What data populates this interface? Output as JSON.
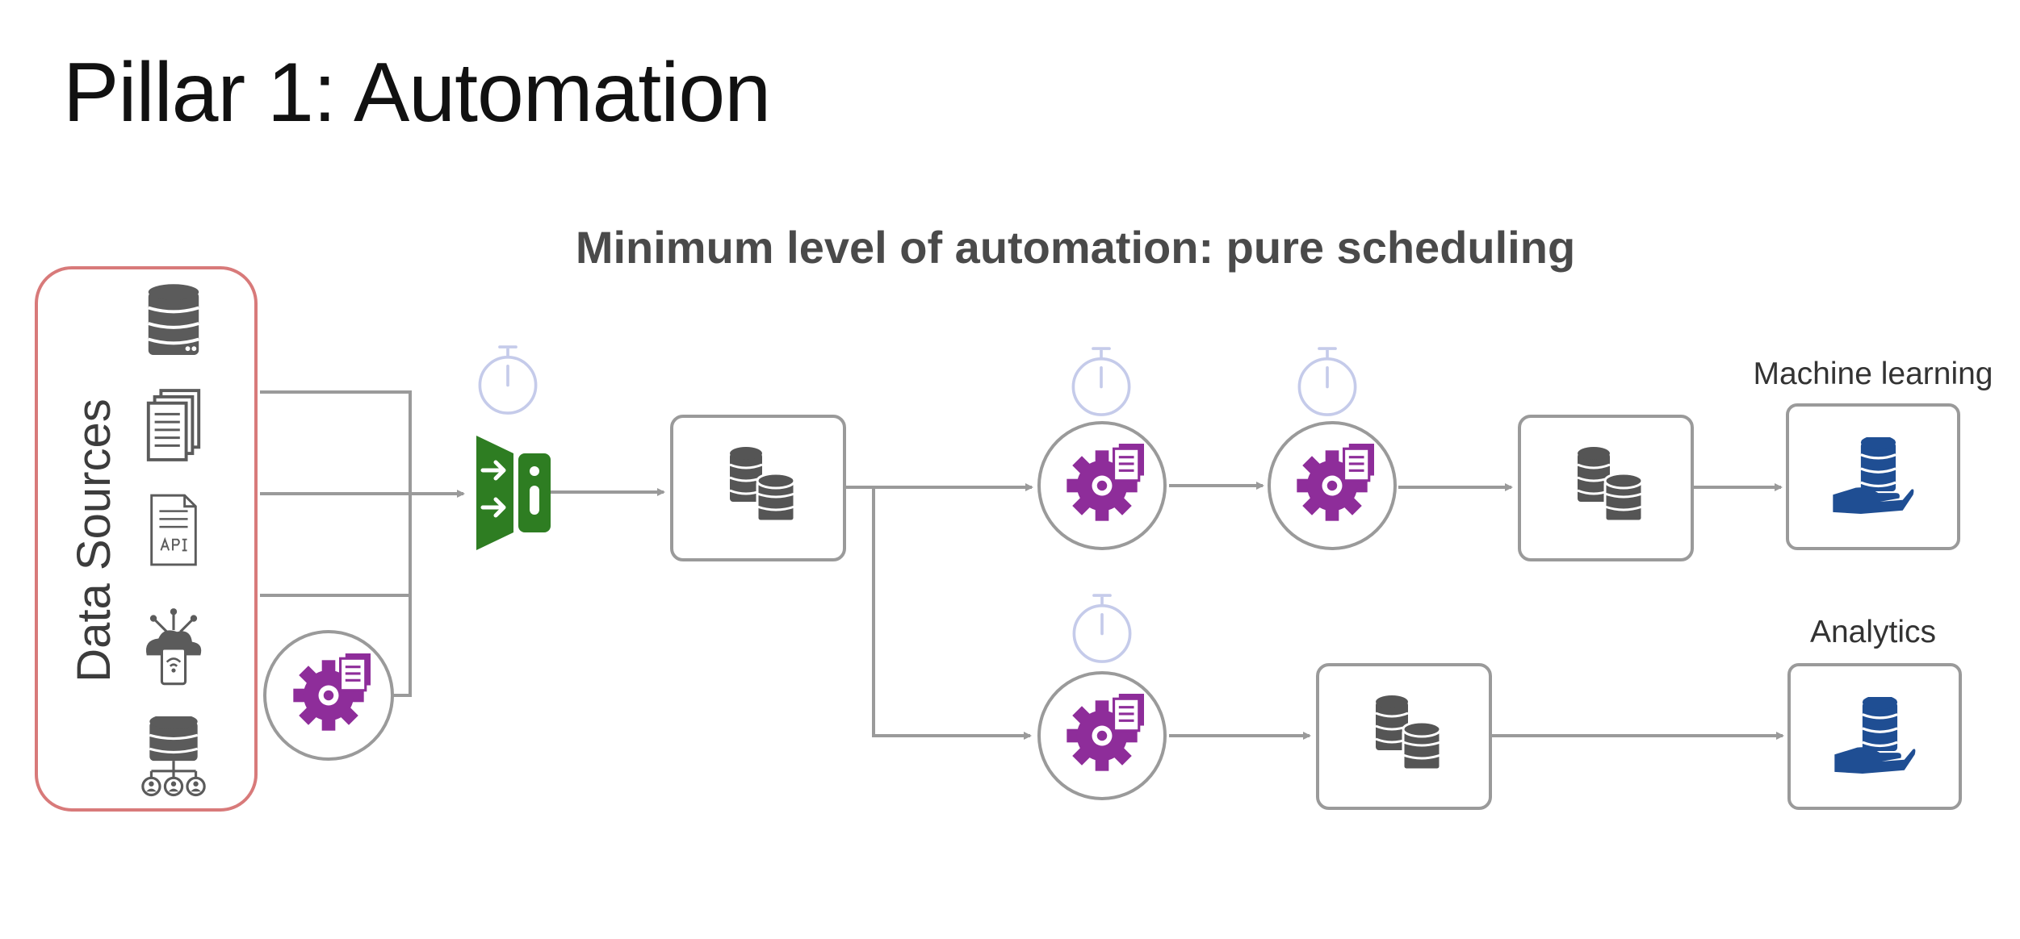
{
  "slide": {
    "title": "Pillar 1: Automation",
    "subtitle": "Minimum level of automation: pure scheduling"
  },
  "data_sources": {
    "label": "Data Sources",
    "icons": [
      "database-icon",
      "documents-icon",
      "api-document-icon",
      "iot-cloud-device-icon",
      "user-database-icon"
    ]
  },
  "outputs": {
    "machine_learning_label": "Machine learning",
    "analytics_label": "Analytics"
  },
  "icons": {
    "timer": "stopwatch-icon",
    "process": "gear-document-icon",
    "ingestion": "ingestion-icon",
    "storage": "storage-stack-icon",
    "consumer": "hand-database-icon"
  },
  "colors": {
    "frame_border": "#d87a7a",
    "connector": "#9a9a9a",
    "process_purple": "#8e2d9a",
    "ingestion_green": "#2e7d22",
    "consumer_blue": "#1f4e93",
    "timer_outline": "#c5cbea",
    "storage_gray": "#555555",
    "icon_gray": "#5b5b5b"
  }
}
